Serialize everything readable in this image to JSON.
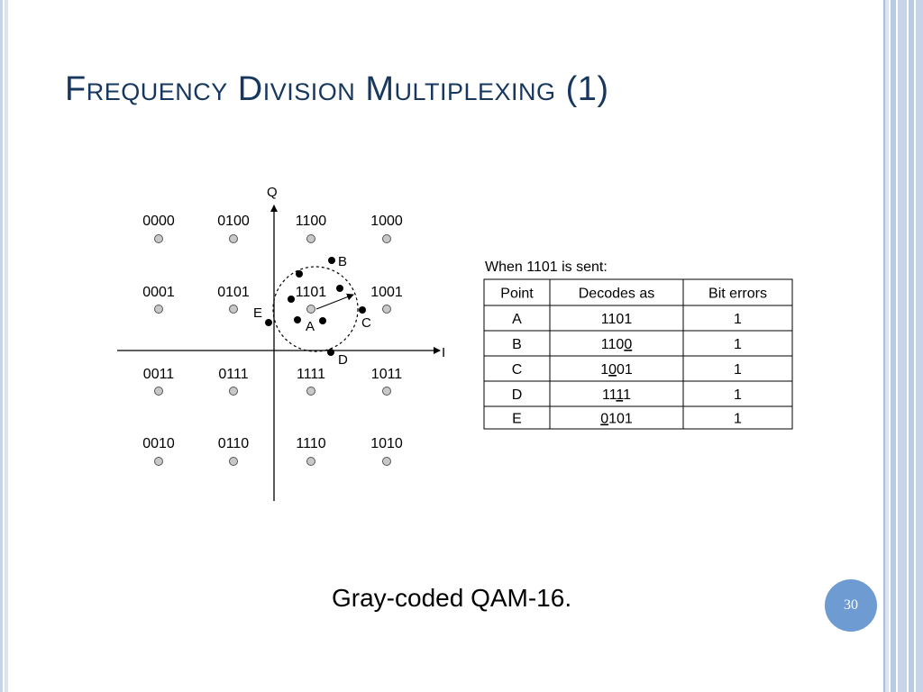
{
  "slide": {
    "title": "Frequency Division Multiplexing (1)",
    "caption": "Gray-coded QAM-16.",
    "page_number": "30"
  },
  "constellation": {
    "axis_q_label": "Q",
    "axis_i_label": "I",
    "grid_labels": [
      [
        "0000",
        "0100",
        "1100",
        "1000"
      ],
      [
        "0001",
        "0101",
        "1101",
        "1001"
      ],
      [
        "0011",
        "0111",
        "1111",
        "1011"
      ],
      [
        "0010",
        "0110",
        "1110",
        "1010"
      ]
    ],
    "received_points": [
      "A",
      "B",
      "C",
      "D",
      "E"
    ]
  },
  "error_table": {
    "heading": "When 1101 is sent:",
    "columns": [
      "Point",
      "Decodes as",
      "Bit errors"
    ],
    "rows": [
      {
        "point": "A",
        "decodes_as": "1101",
        "error_bit_index": null,
        "bit_errors": "1"
      },
      {
        "point": "B",
        "decodes_as": "1100",
        "error_bit_index": 3,
        "bit_errors": "1"
      },
      {
        "point": "C",
        "decodes_as": "1001",
        "error_bit_index": 1,
        "bit_errors": "1"
      },
      {
        "point": "D",
        "decodes_as": "1111",
        "error_bit_index": 2,
        "bit_errors": "1"
      },
      {
        "point": "E",
        "decodes_as": "0101",
        "error_bit_index": 0,
        "bit_errors": "1"
      }
    ]
  }
}
